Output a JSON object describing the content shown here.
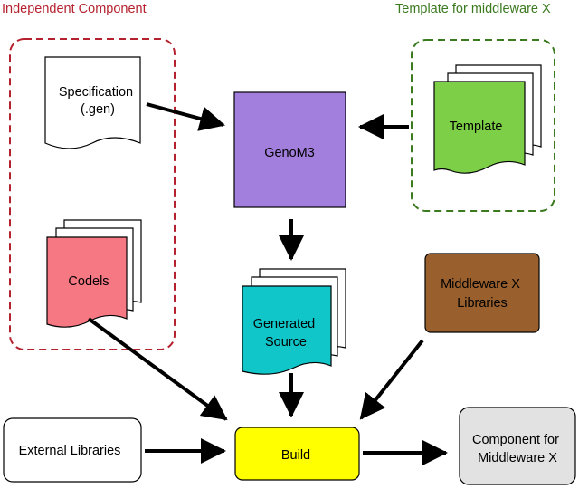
{
  "colors": {
    "independent": "#b5222f",
    "template_group": "#3b7a1f",
    "genom": "#a27fdc",
    "template_doc": "#7ccf46",
    "codels": "#f67883",
    "generated": "#11c6c9",
    "middleware_libs": "#99602e",
    "build": "#ffff00",
    "component_out": "#e2e2e2",
    "stroke": "#000000",
    "doc_fill": "#ffffff"
  },
  "groups": {
    "independent_label": "Independent Component",
    "template_label": "Template for middleware X"
  },
  "nodes": {
    "specification": [
      "Specification",
      "(.gen)"
    ],
    "genom": [
      "GenoM3"
    ],
    "template": [
      "Template"
    ],
    "codels": [
      "Codels"
    ],
    "generated": [
      "Generated",
      "Source"
    ],
    "middleware_libs": [
      "Middleware X",
      "Libraries"
    ],
    "external_libs": [
      "External Libraries"
    ],
    "build": [
      "Build"
    ],
    "component_out": [
      "Component for",
      "Middleware X"
    ]
  }
}
